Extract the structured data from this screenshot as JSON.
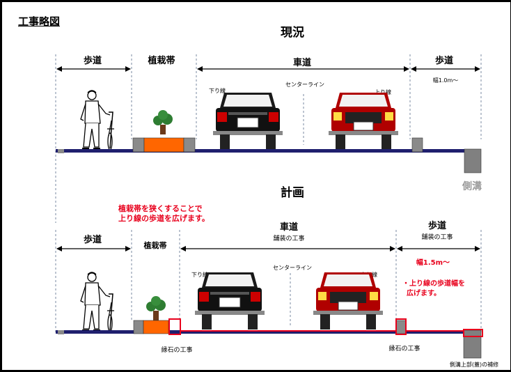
{
  "diagram_label": "工事略図",
  "current": {
    "title": "現況",
    "sidewalk_left": "歩道",
    "planting_strip": "植栽帯",
    "roadway": "車道",
    "sidewalk_right": "歩道",
    "width_note": "幅1.0m〜",
    "down_lane": "下り線",
    "center_line": "センターライン",
    "up_lane": "上り線",
    "side_ditch": "側溝"
  },
  "plan": {
    "title": "計画",
    "note_line1": "植栽帯を狭くすることで",
    "note_line2": "上り線の歩道を広げます。",
    "sidewalk_left": "歩道",
    "planting_strip": "植栽帯",
    "roadway": "車道",
    "roadway_work": "舗装の工事",
    "sidewalk_right": "歩道",
    "sidewalk_work": "舗装の工事",
    "width_note": "幅1.5m〜",
    "width_detail_line1": "・上り線の歩道幅を",
    "width_detail_line2": "広げます。",
    "down_lane": "下り線",
    "center_line": "センターライン",
    "up_lane": "上り線",
    "curb_work_left": "縁石の工事",
    "curb_work_right": "縁石の工事",
    "ditch_work": "側溝上部(蓋)の補修"
  },
  "colors": {
    "road": "#1f1f6e",
    "planter": "#ff6600",
    "highlight": "#e8001c",
    "curb_gray": "#8a8a8a",
    "ditch_gray": "#808080"
  }
}
